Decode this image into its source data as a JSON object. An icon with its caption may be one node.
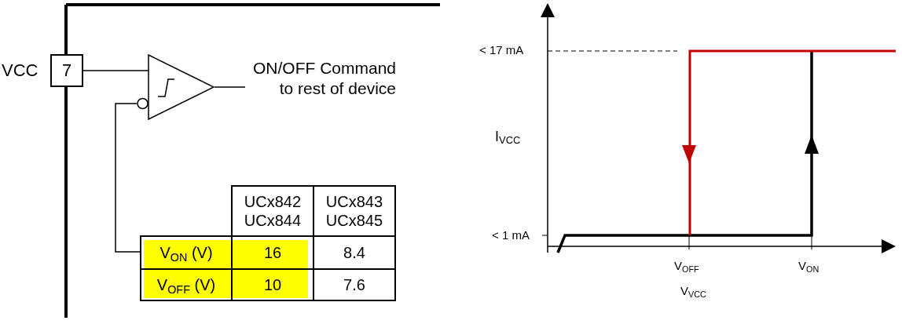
{
  "diagram": {
    "nodes": [
      {
        "text": [
          "7"
        ],
        "beside": [
          "VCC"
        ]
      },
      {
        "text": [],
        "shape": "triangle"
      },
      {
        "text": [
          "ON/OFF Command to rest of device"
        ]
      },
      {
        "text": [],
        "shape": "table"
      }
    ],
    "edges": [
      {
        "from": 0,
        "to": 1,
        "arrow": "none"
      },
      {
        "from": 1,
        "to": 2,
        "arrow": "none"
      },
      {
        "from": 3,
        "to": 1,
        "arrow": "none"
      }
    ],
    "labels": [
      "UCx842 UCx844",
      "UCx843 UCx845",
      "V$_{ON}$ (V)",
      "16",
      "8.4",
      "V$_{OFF}$ (V)",
      "10",
      "7.6",
      "< 17 mA",
      "I$_{VCC}$",
      "< 1 mA",
      "V$_{OFF}$",
      "V$_{ON}$",
      "V$_{VCC}$"
    ]
  }
}
